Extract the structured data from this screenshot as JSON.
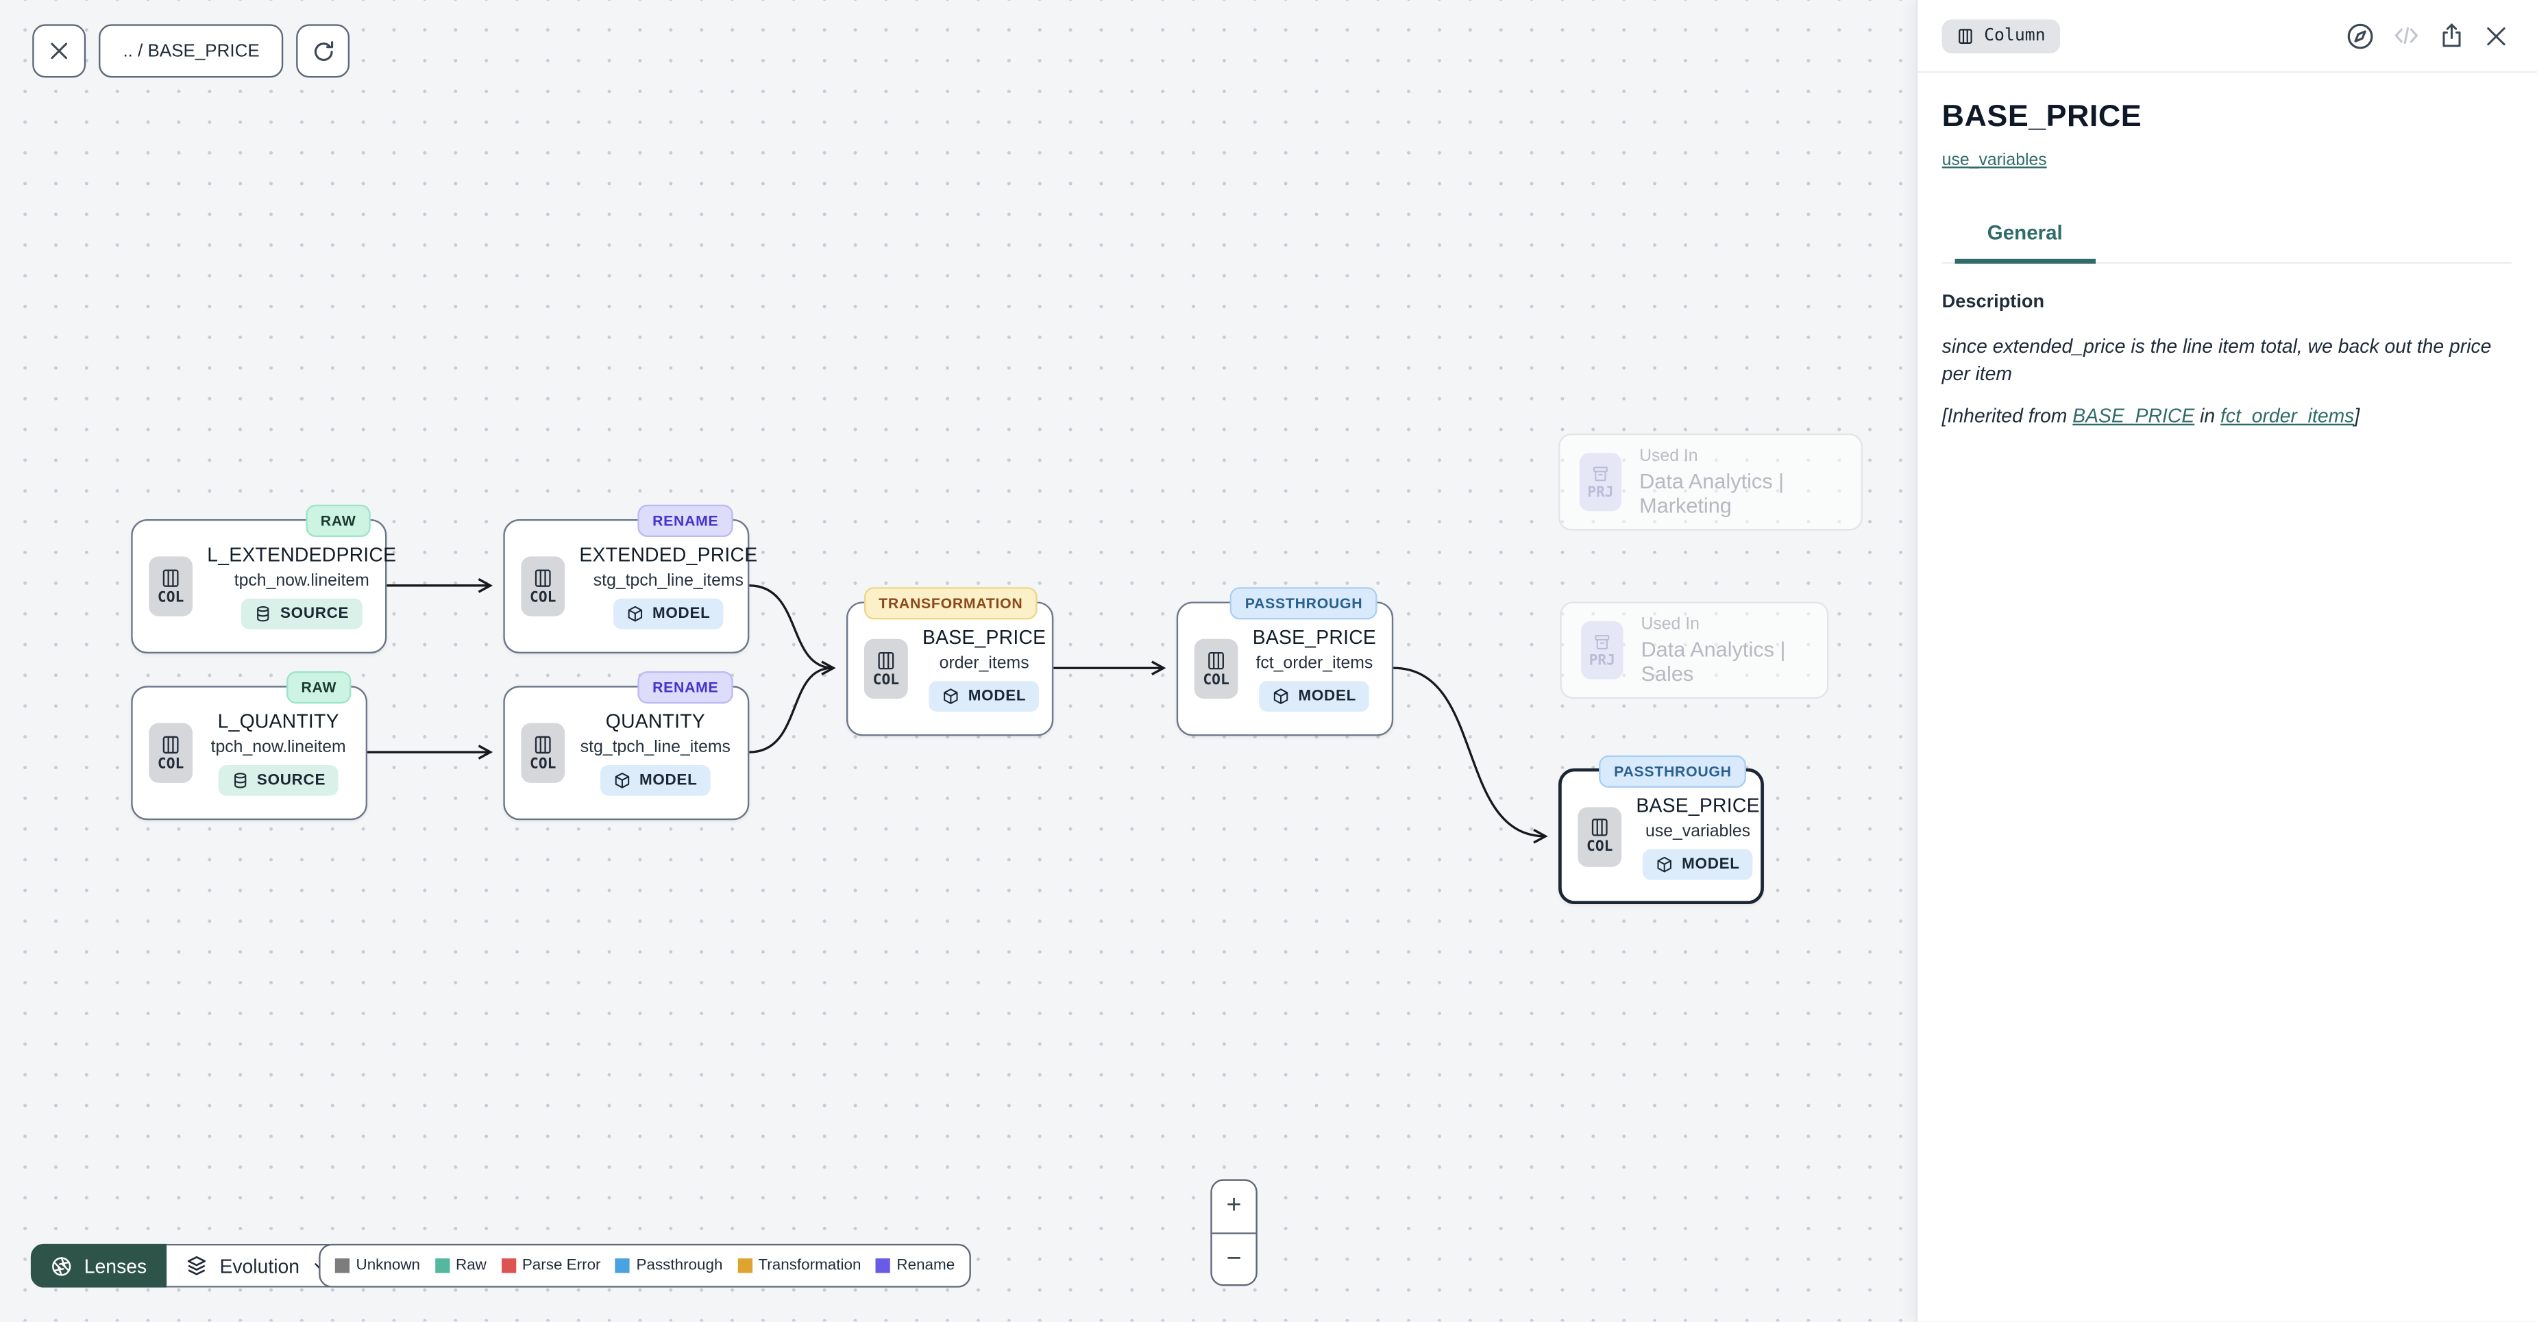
{
  "toolbar": {
    "breadcrumb": ".. / BASE_PRICE"
  },
  "canvas": {
    "nodes": [
      {
        "badge": "RAW",
        "kind": "COL",
        "title": "L_EXTENDEDPRICE",
        "subtitle": "tpch_now.lineitem",
        "chip": "SOURCE"
      },
      {
        "badge": "RENAME",
        "kind": "COL",
        "title": "EXTENDED_PRICE",
        "subtitle": "stg_tpch_line_items",
        "chip": "MODEL"
      },
      {
        "badge": "RAW",
        "kind": "COL",
        "title": "L_QUANTITY",
        "subtitle": "tpch_now.lineitem",
        "chip": "SOURCE"
      },
      {
        "badge": "RENAME",
        "kind": "COL",
        "title": "QUANTITY",
        "subtitle": "stg_tpch_line_items",
        "chip": "MODEL"
      },
      {
        "badge": "TRANSFORMATION",
        "kind": "COL",
        "title": "BASE_PRICE",
        "subtitle": "order_items",
        "chip": "MODEL"
      },
      {
        "badge": "PASSTHROUGH",
        "kind": "COL",
        "title": "BASE_PRICE",
        "subtitle": "fct_order_items",
        "chip": "MODEL"
      },
      {
        "badge": "PASSTHROUGH",
        "kind": "COL",
        "title": "BASE_PRICE",
        "subtitle": "use_variables",
        "chip": "MODEL"
      }
    ],
    "ghosts": [
      {
        "kind": "PRJ",
        "label": "Used In",
        "name": "Data Analytics | Marketing"
      },
      {
        "kind": "PRJ",
        "label": "Used In",
        "name": "Data Analytics | Sales"
      }
    ]
  },
  "legend": {
    "lenses_label": "Lenses",
    "mode_label": "Evolution",
    "items": [
      {
        "label": "Unknown",
        "color": "#7d7d7d"
      },
      {
        "label": "Raw",
        "color": "#53b89e"
      },
      {
        "label": "Parse Error",
        "color": "#de5252"
      },
      {
        "label": "Passthrough",
        "color": "#4aa2de"
      },
      {
        "label": "Transformation",
        "color": "#dfa42f"
      },
      {
        "label": "Rename",
        "color": "#6a5be6"
      }
    ]
  },
  "zoom_controls": {
    "zoom_in": "+",
    "zoom_out": "−"
  },
  "panel": {
    "type_badge": "Column",
    "title": "BASE_PRICE",
    "model_link": "use_variables",
    "tab_general": "General",
    "description": {
      "heading": "Description",
      "body": "since extended_price is the line item total, we back out the price per item",
      "inherited_prefix": "[Inherited from ",
      "inherited_link1": "BASE_PRICE",
      "inherited_middle": " in ",
      "inherited_link2": "fct_order_items",
      "inherited_suffix": "]"
    }
  },
  "colors": {
    "accent_teal": "#2f6b68",
    "lenses_background": "#2e5349",
    "badge_raw_bg": "#cdf4e3",
    "badge_rename_bg": "#dddcfa",
    "badge_transformation_bg": "#fbf0c8",
    "badge_passthrough_bg": "#d9eafc",
    "chip_source_bg": "#d9f1e8",
    "chip_model_bg": "#ddecfb"
  }
}
